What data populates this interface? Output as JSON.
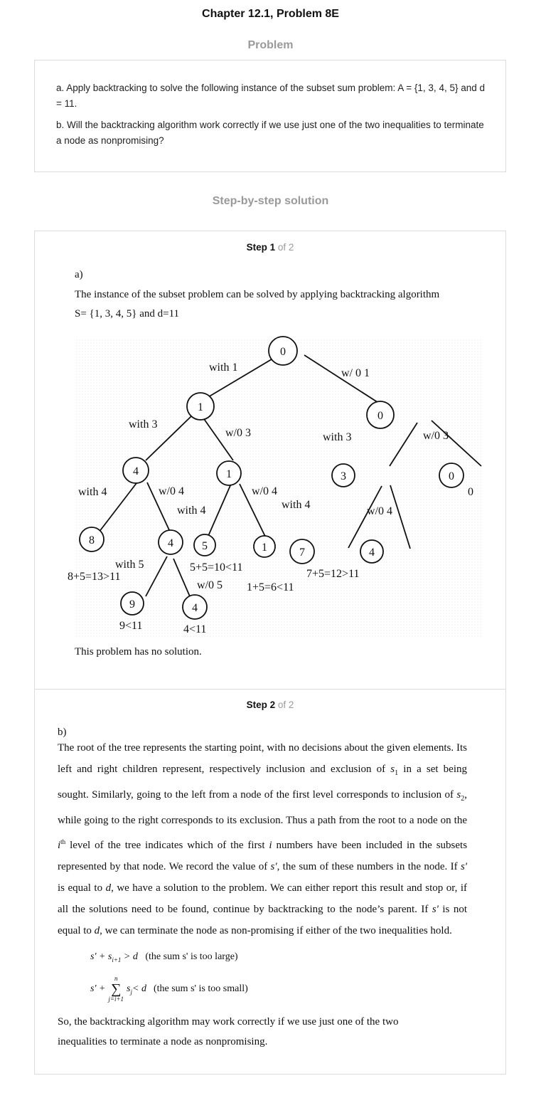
{
  "header": {
    "title": "Chapter 12.1, Problem 8E"
  },
  "problem": {
    "heading": "Problem",
    "part_a": "a. Apply backtracking to solve the following instance of the subset sum problem: A = {1, 3, 4, 5} and d = 11.",
    "part_b": "b. Will the backtracking algorithm work correctly if we use just one of the two inequalities to terminate a node as nonpromising?"
  },
  "solution": {
    "heading": "Step-by-step solution",
    "step1": {
      "label": "Step 1",
      "of": "of 2",
      "part": "a)",
      "intro": "The instance of the subset problem can be solved by applying backtracking algorithm",
      "given": "S= {1, 3, 4, 5} and d=11",
      "conclusion": "This problem has no solution."
    },
    "step2": {
      "label": "Step 2",
      "of": "of 2",
      "part": "b)",
      "p1": "The root of the tree represents the starting point, with no decisions about the given elements. Its left and right children represent, respectively inclusion and exclusion of",
      "p1_var": "s",
      "p1_sub": "1",
      "p2": "in a set being sought. Similarly, going to the left from a node of the first level corresponds to inclusion of",
      "p2_var": "s",
      "p2_sub": "2",
      "p3": ", while going to the right corresponds to its exclusion. Thus a path from the root to a node on the",
      "p3_var": "i",
      "p3_sup": "th",
      "p4": "level of the tree indicates which of the first",
      "p4_var": "i",
      "p5": "numbers have been included in the subsets represented by that node. We record the value of",
      "p5_var": "s'",
      "p6": ", the sum of these numbers in the node. If",
      "p6_var": "s'",
      "p7": "is equal to",
      "p7_var": "d",
      "p8": ", we have a solution to the problem. We can either report this result and stop or, if all the solutions need to be found, continue by backtracking to the node’s parent. If",
      "p8_var": "s'",
      "p9": "is not equal to",
      "p9_var": "d",
      "p10": ", we can terminate the node as non-promising if either of the two inequalities hold.",
      "ineq1_lhs": "s' + s",
      "ineq1_sub": "i+1",
      "ineq1_rhs": " > d",
      "ineq1_note": "(the sum  s'  is too large)",
      "ineq2_lhs": "s' +",
      "ineq2_sum_top": "n",
      "ineq2_sum_bot": "j=i+1",
      "ineq2_rhs": "s",
      "ineq2_rhs_sub": "j",
      "ineq2_rel": " < d",
      "ineq2_note": "(the sum  s'  is too small)",
      "closing": "So, the backtracking algorithm may work correctly if we use just one of the two inequalities to terminate a node as nonpromising."
    }
  },
  "tree": {
    "nodes": [
      "0",
      "1",
      "0",
      "4",
      "1",
      "3",
      "0",
      "8",
      "4",
      "5",
      "1",
      "7",
      "4",
      "9",
      "4"
    ],
    "edge_labels": [
      "with 1",
      "w/ 0 1",
      "with 3",
      "w/0 3",
      "with 3",
      "w/0 3",
      "with 4",
      "w/0 4",
      "with 4",
      "w/0 4",
      "with 4",
      "w/0 4",
      "with 5",
      "w/0 5"
    ],
    "annotations": [
      "0",
      "8+5=13>11",
      "5+5=10<11",
      "1+5=6<11",
      "7+5=12>11",
      "9<11",
      "4<11"
    ]
  }
}
